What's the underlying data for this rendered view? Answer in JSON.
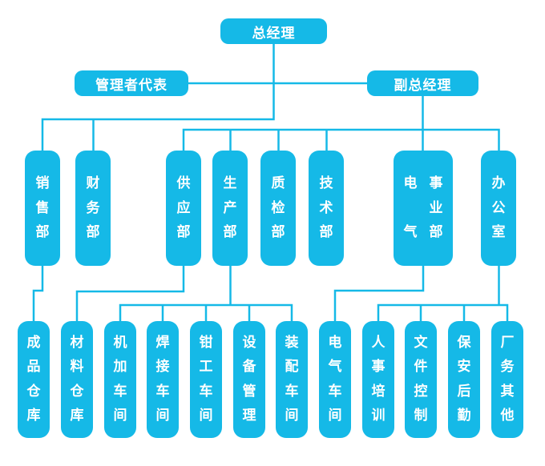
{
  "colors": {
    "node_fill": "#15b9e7",
    "connector": "#15b9e7",
    "node_text": "#ffffff",
    "background": "#ffffff"
  },
  "org": {
    "root": {
      "label": "总经理"
    },
    "staff": [
      {
        "label": "管理者代表"
      },
      {
        "label": "副总经理"
      }
    ],
    "departments": [
      {
        "label": "销售部"
      },
      {
        "label": "财务部"
      },
      {
        "label": "供应部"
      },
      {
        "label": "生产部"
      },
      {
        "label": "质检部"
      },
      {
        "label": "技术部"
      },
      {
        "label": "电气事业部",
        "columns": [
          "电气",
          "事业部"
        ]
      },
      {
        "label": "办公室"
      }
    ],
    "units": [
      {
        "label": "成品仓库"
      },
      {
        "label": "材料仓库"
      },
      {
        "label": "机加车间"
      },
      {
        "label": "焊接车间"
      },
      {
        "label": "钳工车间"
      },
      {
        "label": "设备管理"
      },
      {
        "label": "装配车间"
      },
      {
        "label": "电气车间"
      },
      {
        "label": "人事培训"
      },
      {
        "label": "文件控制"
      },
      {
        "label": "保安后勤"
      },
      {
        "label": "厂务其他"
      }
    ]
  }
}
